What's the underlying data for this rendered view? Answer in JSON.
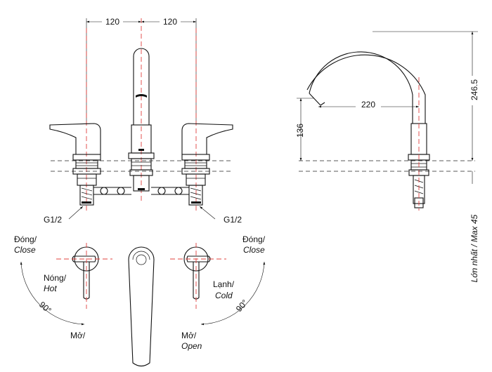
{
  "dimensions": {
    "left_spacing": "120",
    "right_spacing": "120",
    "spout_reach": "220",
    "spout_height": "246.5",
    "outlet_height": "136",
    "max_thickness": "Lớn nhất / Max 45"
  },
  "connections": {
    "left_thread": "G1/2",
    "right_thread": "G1/2"
  },
  "left_handle": {
    "close_vi": "Đóng/",
    "close_en": "Close",
    "hot_vi": "Nóng/",
    "hot_en": "Hot",
    "angle": "90°",
    "open_vi": "Mở/"
  },
  "right_handle": {
    "close_vi": "Đóng/",
    "close_en": "Close",
    "cold_vi": "Lạnh/",
    "cold_en": "Cold",
    "angle": "90°",
    "open_vi": "Mở/",
    "open_en": "Open"
  }
}
